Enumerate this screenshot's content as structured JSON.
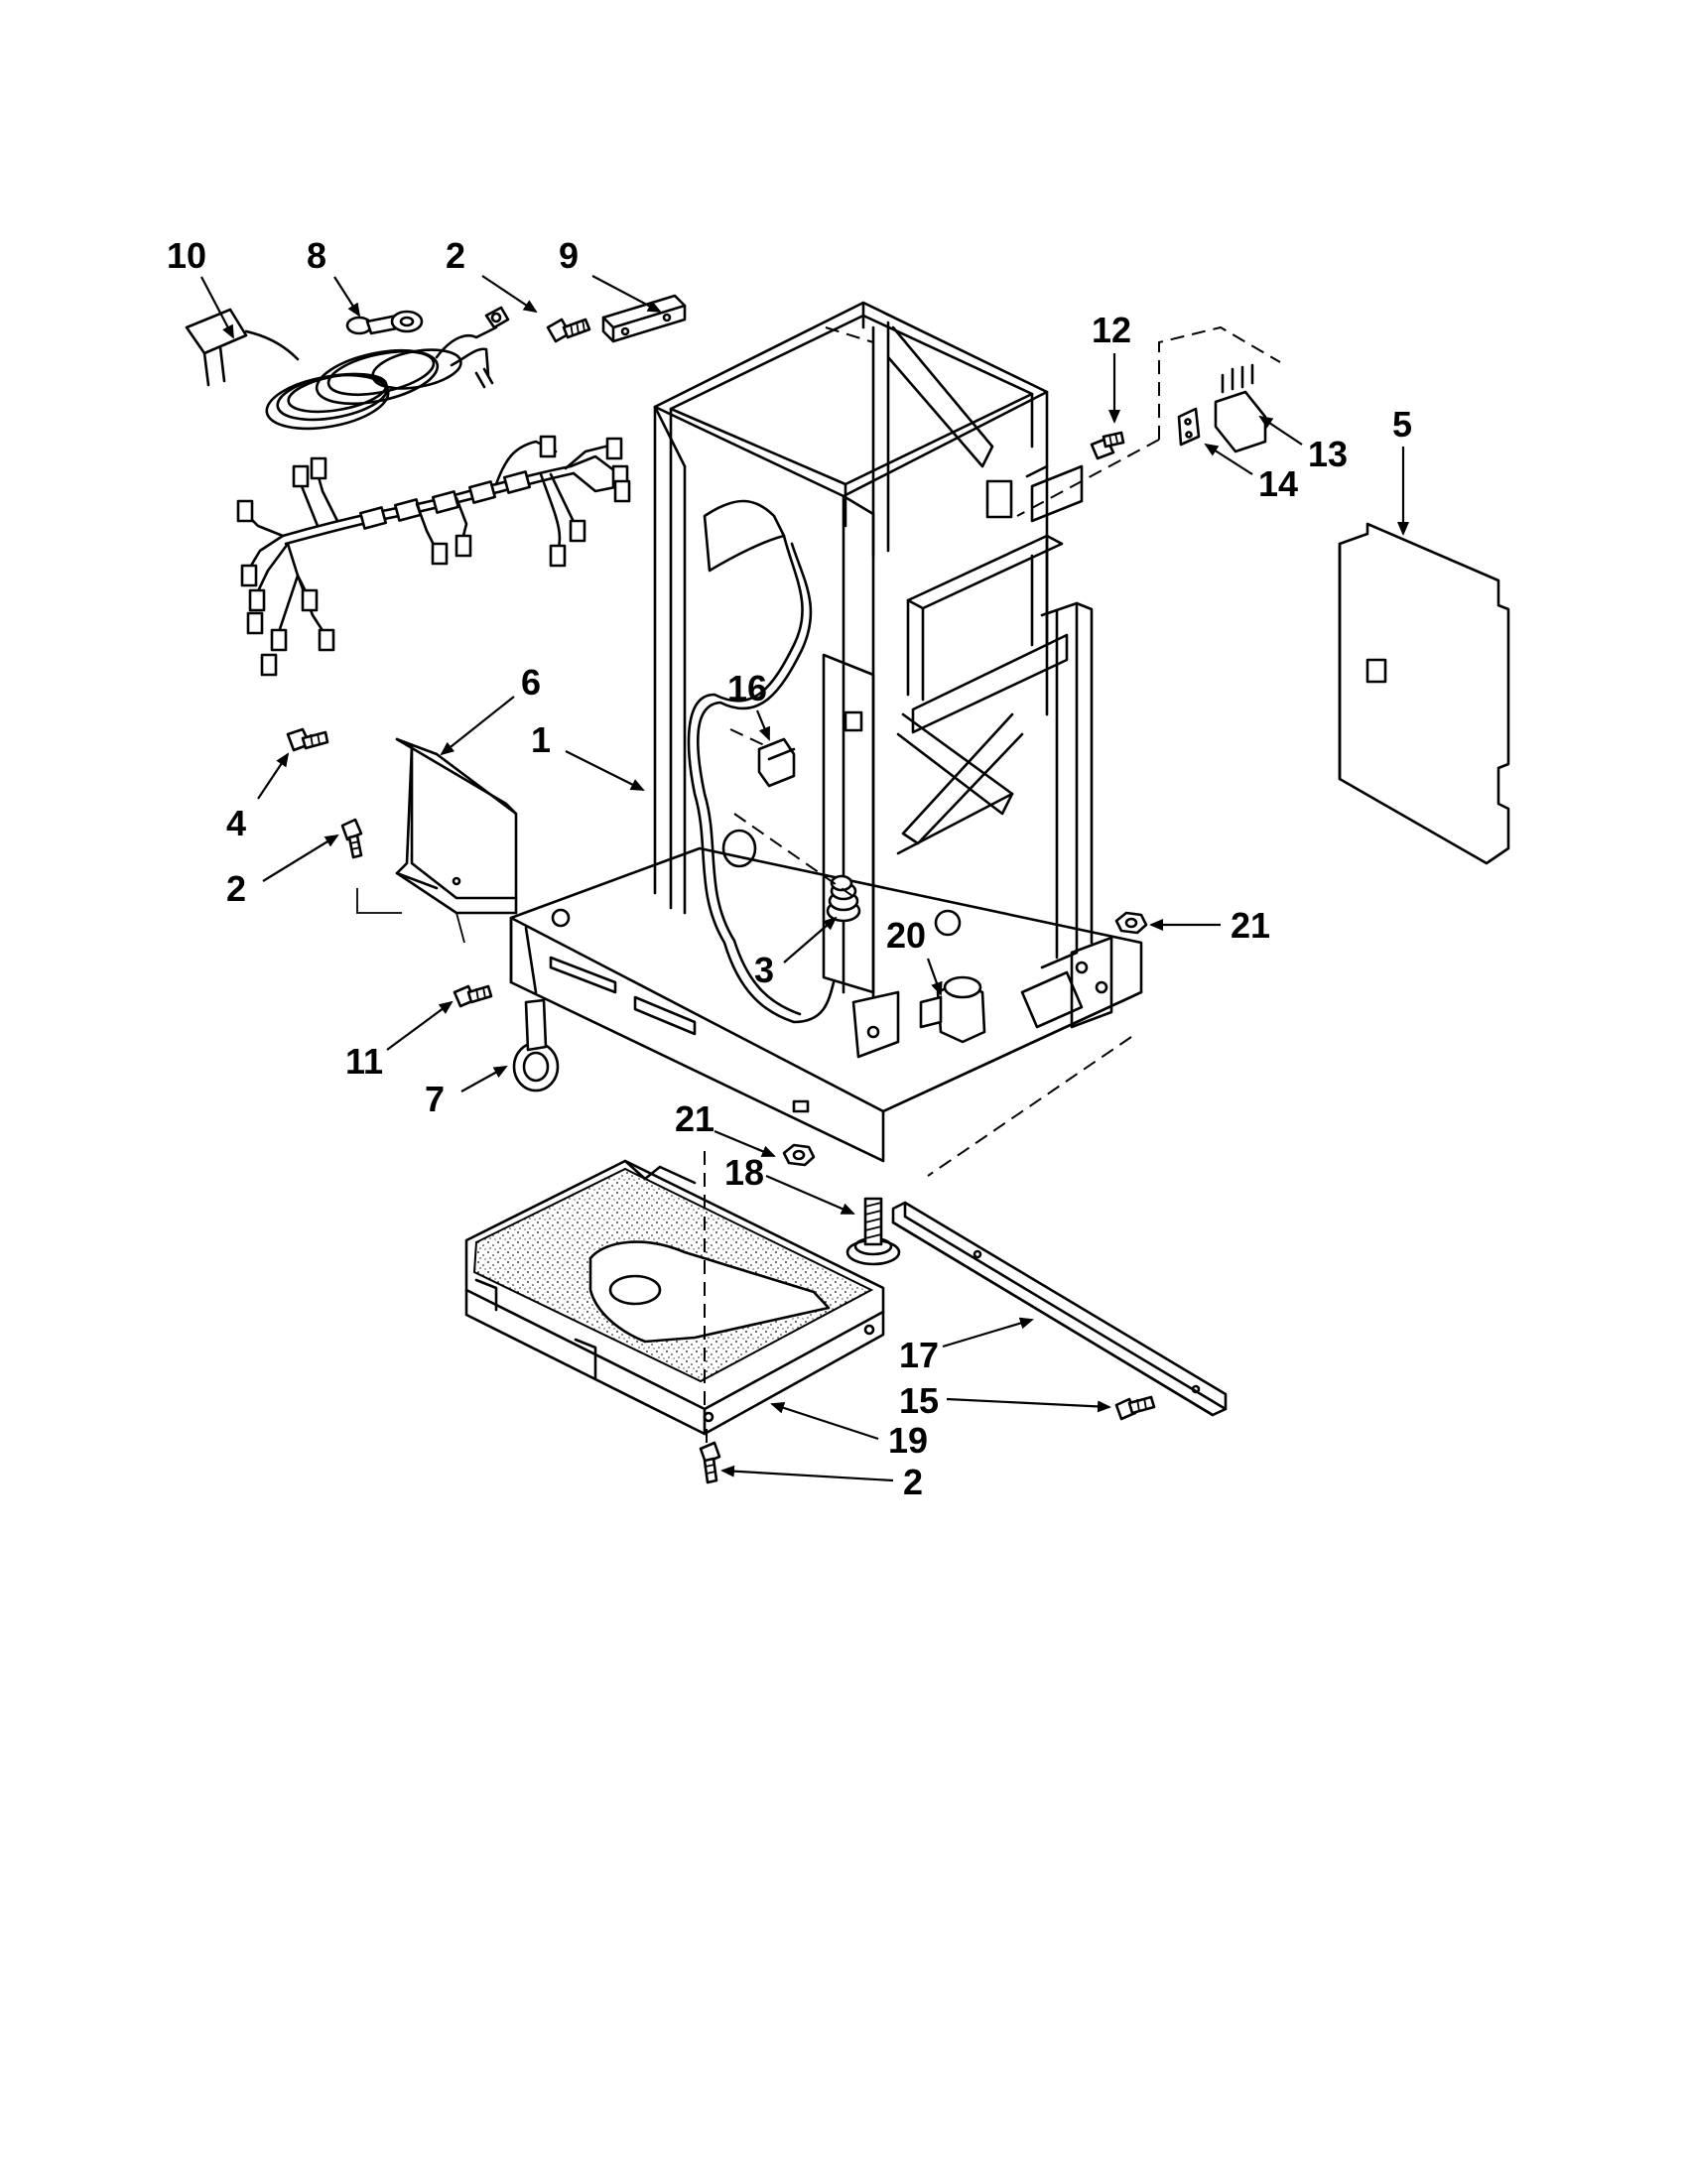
{
  "diagram": {
    "callouts": {
      "c1": "1",
      "c2a": "2",
      "c2b": "2",
      "c2c": "2",
      "c3": "3",
      "c4": "4",
      "c5": "5",
      "c6": "6",
      "c7": "7",
      "c8": "8",
      "c9": "9",
      "c10": "10",
      "c11": "11",
      "c12": "12",
      "c13": "13",
      "c14": "14",
      "c15": "15",
      "c16": "16",
      "c17": "17",
      "c18": "18",
      "c19": "19",
      "c20": "20",
      "c21a": "21",
      "c21b": "21"
    }
  }
}
